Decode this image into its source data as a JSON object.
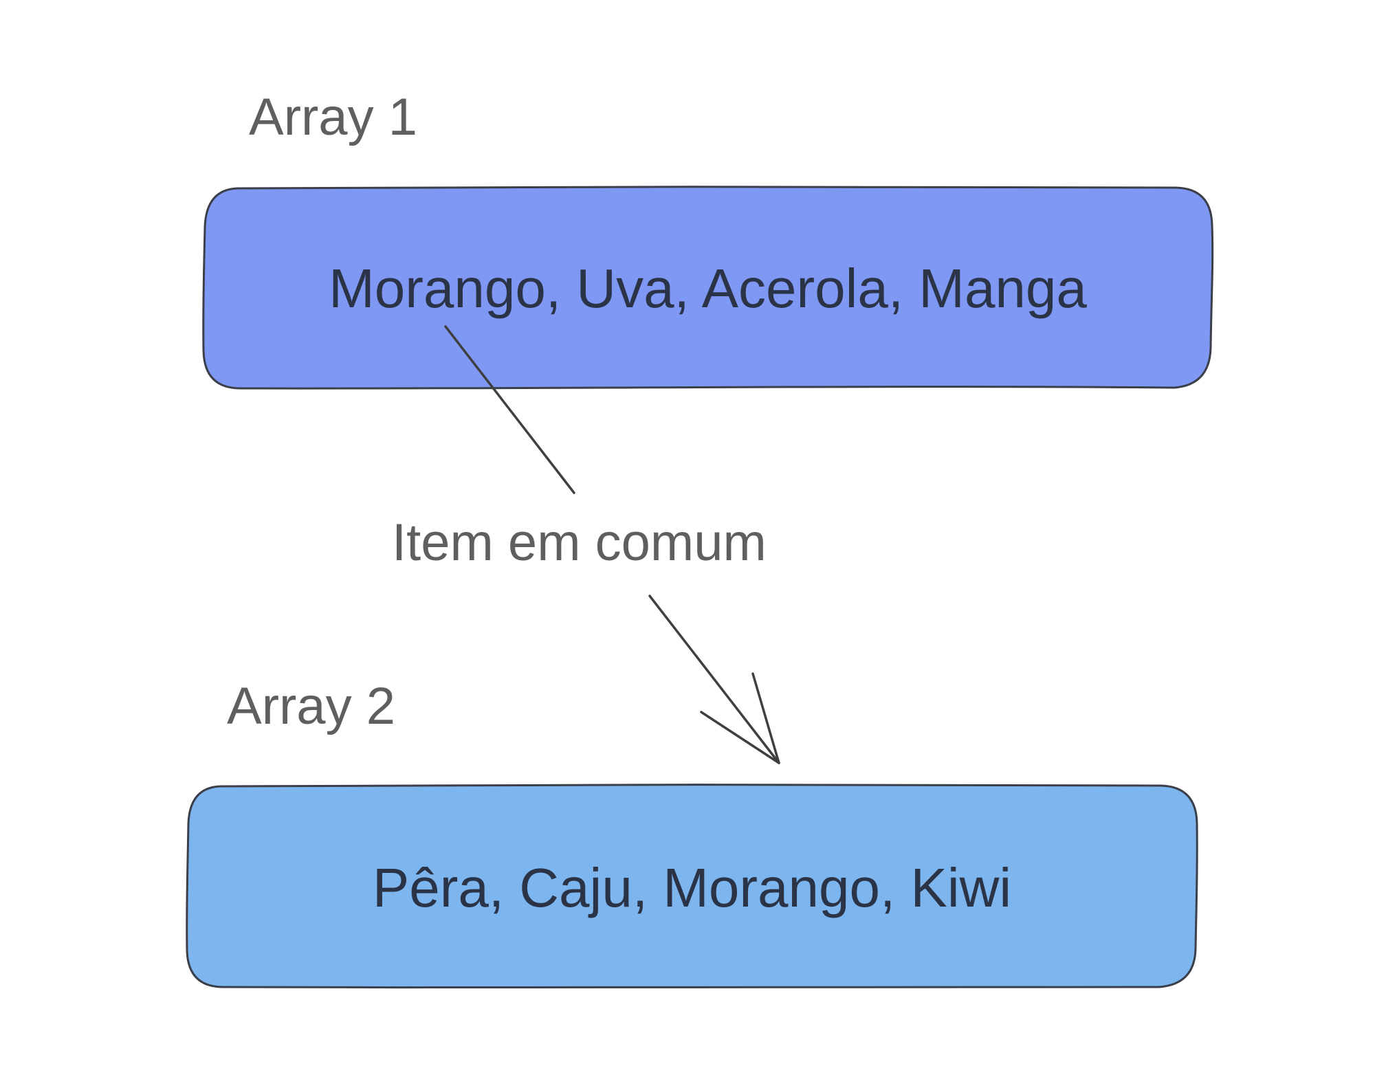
{
  "diagram": {
    "array1": {
      "label": "Array 1",
      "content": "Morango, Uva, Acerola, Manga",
      "fill_color": "#7f98f4"
    },
    "array2": {
      "label": "Array 2",
      "content": "Pêra, Caju, Morango, Kiwi",
      "fill_color": "#7db6ee"
    },
    "connector": {
      "label": "Item em comum"
    }
  }
}
